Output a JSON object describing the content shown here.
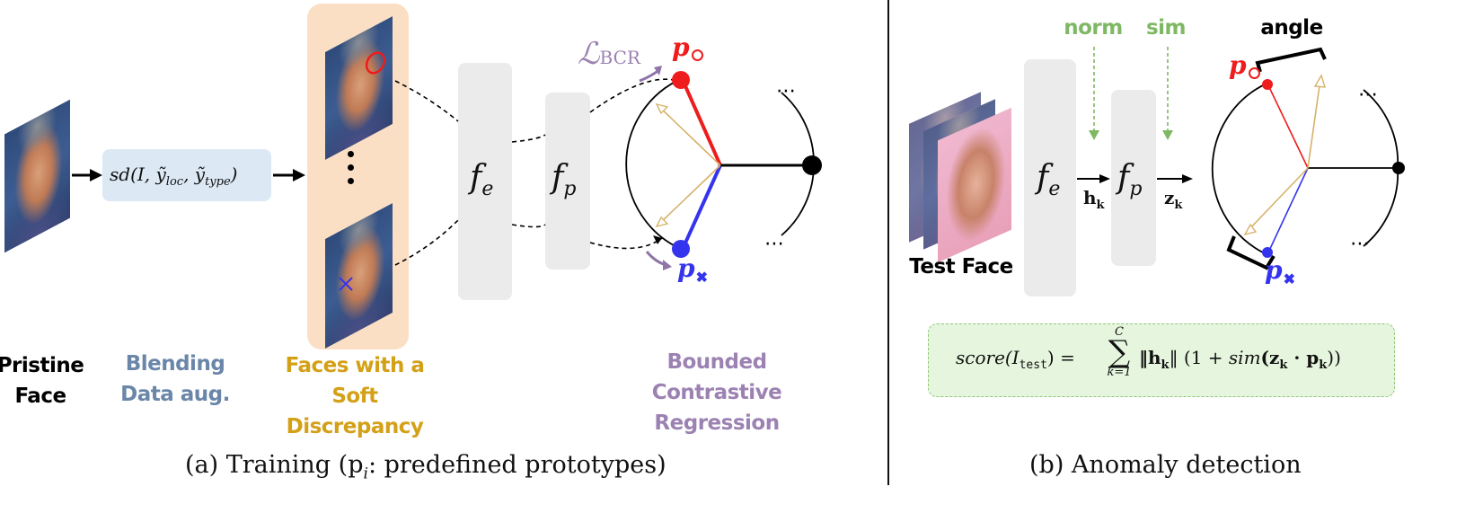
{
  "training": {
    "pristine_face_label": [
      "Pristine",
      "Face"
    ],
    "sd_formula": "sd(I, ỹ",
    "sd_loc": "loc",
    "sd_type": "type",
    "blending_label": [
      "Blending",
      "Data aug."
    ],
    "faces_label": [
      "Faces with a",
      "Soft Discrepancy"
    ],
    "fe_label": "f",
    "fe_sub": "e",
    "fp_label": "f",
    "fp_sub": "p",
    "bcr_symbol": "ℒ",
    "bcr_sub": "BCR",
    "p_circle": "p",
    "p_cross": "p",
    "bcr_label": [
      "Bounded Contrastive",
      "Regression"
    ],
    "caption": "(a) Training (p",
    "caption_sub": "i",
    "caption_rest": ": predefined prototypes)"
  },
  "anomaly": {
    "test_face_label": "Test Face",
    "norm_label": "norm",
    "sim_label": "sim",
    "angle_label": "angle",
    "fe_label": "f",
    "fe_sub": "e",
    "fp_label": "f",
    "fp_sub": "p",
    "h_label": "h",
    "h_sub": "k",
    "z_label": "z",
    "z_sub": "k",
    "p_circle": "p",
    "p_cross": "p",
    "score_formula": "score(I",
    "score_test": "test",
    "score_eq": ") = ",
    "sum_top": "C",
    "sum_bottom": "k=1",
    "score_rhs": "‖h",
    "score_rhs_k": "k",
    "score_rhs_mid": "‖ (1 + ",
    "score_sim": "sim",
    "score_rhs_end": "(z",
    "score_rhs_end_k": "k",
    "score_dot": " · p",
    "score_dot_k": "k",
    "score_close": "))",
    "caption": "(b) Anomaly detection"
  },
  "ellipsis": "⋯",
  "vdots": "⋮",
  "colors": {
    "blue_box": "#dce9f5",
    "orange_box": "#fbdfc4",
    "gray_block": "#ebebeb",
    "green_box": "#e6f6de",
    "green_text": "#7fb864",
    "purple_text": "#9c82b3",
    "gold_text": "#d3a017",
    "steel_text": "#6a86a9",
    "red": "#ee1c1c",
    "blue": "#3434ee",
    "tan": "#d6b26b"
  }
}
